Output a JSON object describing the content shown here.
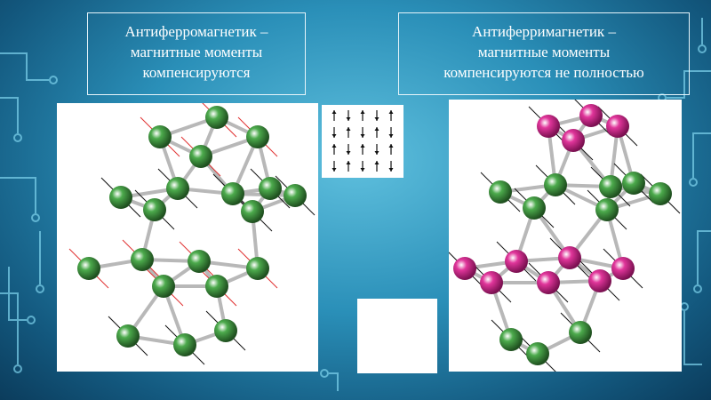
{
  "slide": {
    "background_color": "#2a8fb8",
    "accent_color": "#e6f4fa",
    "left_heading": {
      "line1": "Антиферромагнетик –",
      "line2": "магнитные моменты",
      "line3": "компенсируются"
    },
    "right_heading": {
      "line1": "Антиферримагнетик –",
      "line2": "магнитные моменты",
      "line3": "компенсируются не полностью"
    },
    "colors": {
      "green_atom": "#4caa4c",
      "magenta_atom": "#e0359a",
      "bond": "#b8b8b8",
      "spin_red": "#e03030",
      "spin_black": "#111111"
    }
  }
}
